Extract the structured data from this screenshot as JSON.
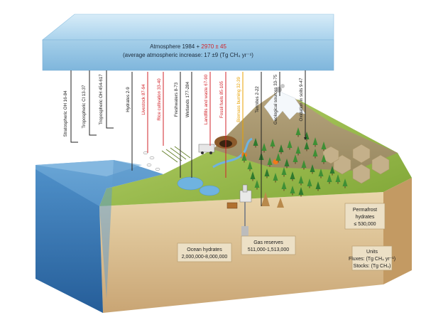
{
  "atmosphere": {
    "line1_prefix": "Atmosphere 1984 + ",
    "line1_highlight": "2970 ± 45",
    "line2": "(average atmospheric increase: 17 ±9 (Tg CH₄ yr⁻¹)"
  },
  "sinks": [
    {
      "label": "Stratospheric OH 16-84"
    },
    {
      "label": "Tropospheric Cl 13-37"
    },
    {
      "label": "Tropospheric OH 454-617"
    }
  ],
  "sources": [
    {
      "label": "Hydrates 2-9",
      "color": "#222222"
    },
    {
      "label": "Livestock 87-94",
      "color": "#d2232a"
    },
    {
      "label": "Rice cultivation 33-40",
      "color": "#d2232a"
    },
    {
      "label": "Freshwaters 8-73",
      "color": "#222222"
    },
    {
      "label": "Wetlands 177-284",
      "color": "#222222"
    },
    {
      "label": "Landfills and waste 67-90",
      "color": "#d2232a"
    },
    {
      "label": "Fossil fuels 85-105",
      "color": "#d2232a"
    },
    {
      "label": "Biomass burning 32-39",
      "color": "#e8a200"
    },
    {
      "label": "Termites 2-22",
      "color": "#222222"
    },
    {
      "label": "Geological sources 33-75",
      "color": "#222222"
    },
    {
      "label": "Oxidation in soils 9-47",
      "color": "#222222"
    }
  ],
  "stocks": {
    "ocean": {
      "line1": "Ocean hydrates",
      "line2": "2,000,000-8,000,000"
    },
    "gas": {
      "line1": "Gas reserves",
      "line2": "511,000-1,513,000"
    },
    "permafrost": {
      "line1": "Permafrost",
      "line2": "hydrates",
      "line3": "≤ 530,000"
    }
  },
  "units": {
    "title": "Units",
    "fluxes": "Fluxes: (Tg CH₄ yr⁻¹)",
    "stocks": "Stocks: (Tg CH₄)"
  },
  "colors": {
    "anthropogenic": "#d2232a",
    "natural": "#222222",
    "biomass": "#e8a200",
    "atmosphere": "#a8d2ea",
    "ocean": "#3f86c4",
    "land": "#9bbf3f",
    "soil": "#dcc08f"
  }
}
